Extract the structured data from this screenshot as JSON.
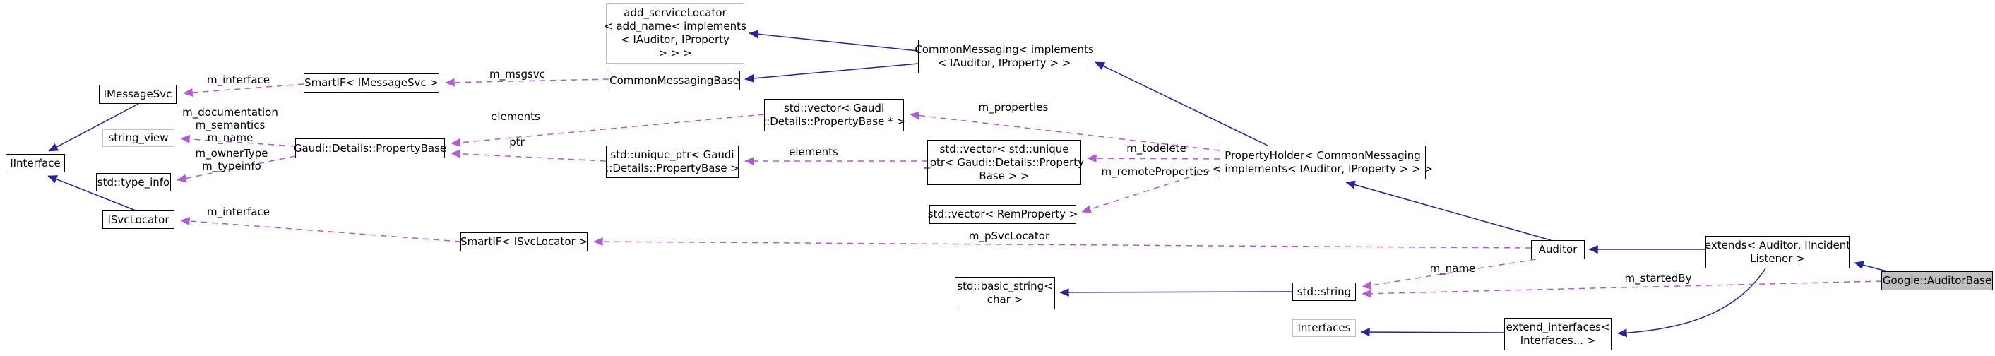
{
  "colors": {
    "background": "#FFFFFF",
    "inheritance_edge": "#24249E",
    "usage_edge": "#B55AD5",
    "node_border": "#000000",
    "external_node_border": "#C4C4C4",
    "selected_node_fill": "#BFBFBF"
  },
  "nodes": {
    "iinterface": {
      "label": "IInterface"
    },
    "imessagesvc": {
      "label": "IMessageSvc"
    },
    "string_view": {
      "label": "string_view"
    },
    "std_type_info": {
      "label": "std::type_info"
    },
    "isvclocator": {
      "label": "ISvcLocator"
    },
    "smartif_imessagesvc": {
      "label": "SmartIF< IMessageSvc >"
    },
    "gaudi_details_propertybase": {
      "label": "Gaudi::Details::PropertyBase"
    },
    "smartif_isvclocator": {
      "label": "SmartIF< ISvcLocator >"
    },
    "add_servicelocator": {
      "label": "add_serviceLocator\n< add_name< implements\n< IAuditor, IProperty\n> > >"
    },
    "commonmessagingbase": {
      "label": "CommonMessagingBase"
    },
    "vector_propertybase_ptr": {
      "label": "std::vector< Gaudi\n::Details::PropertyBase * >"
    },
    "unique_ptr_propertybase": {
      "label": "std::unique_ptr< Gaudi\n::Details::PropertyBase >"
    },
    "vector_unique_ptr_propertybase": {
      "label": "std::vector< std::unique\n_ptr< Gaudi::Details::Property\nBase > >"
    },
    "vector_remproperty": {
      "label": "std::vector< RemProperty >"
    },
    "commonmessaging": {
      "label": "CommonMessaging< implements\n< IAuditor, IProperty > >"
    },
    "propertyholder": {
      "label": "PropertyHolder< CommonMessaging\n< implements< IAuditor, IProperty > > >"
    },
    "auditor": {
      "label": "Auditor"
    },
    "extends_auditor_iincidentlistener": {
      "label": "extends< Auditor, IIncident\nListener >"
    },
    "google_auditorbase": {
      "label": "Google::AuditorBase"
    },
    "std_basic_string_char": {
      "label": "std::basic_string<\nchar >"
    },
    "std_string": {
      "label": "std::string"
    },
    "interfaces": {
      "label": "Interfaces"
    },
    "extend_interfaces": {
      "label": "extend_interfaces<\nInterfaces... >"
    }
  },
  "edge_labels": {
    "m_interface_msgsvc": "m_interface",
    "m_msgsvc": "m_msgsvc",
    "propertybase_stringview": "m_documentation\nm_semantics\nm_name",
    "propertybase_typeinfo": "m_ownerType\nm_typeinfo",
    "elements_propertybase": "elements",
    "ptr": "ptr",
    "elements_uniqueptr": "elements",
    "m_properties": "m_properties",
    "m_todelete": "m_todelete",
    "m_remoteproperties": "m_remoteProperties",
    "m_psvclocator": "m_pSvcLocator",
    "m_interface_svclocator": "m_interface",
    "m_name": "m_name",
    "m_startedby": "m_startedBy"
  }
}
